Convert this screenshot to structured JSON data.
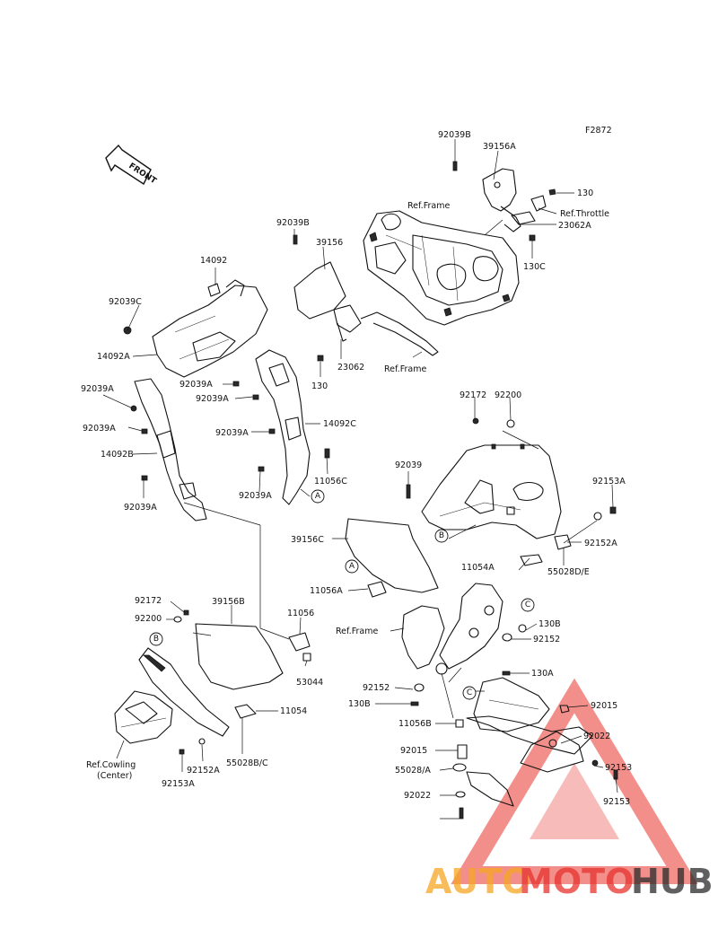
{
  "figure_code": "F2872",
  "front_arrow": "FRONT",
  "labels": {
    "p92039B_top": "92039B",
    "p39156A": "39156A",
    "p130_top": "130",
    "ref_throttle": "Ref.Throttle",
    "p23062A": "23062A",
    "p130C": "130C",
    "ref_frame_top": "Ref.Frame",
    "p92039B_mid": "92039B",
    "p39156": "39156",
    "p23062": "23062",
    "p130_mid": "130",
    "ref_frame_mid": "Ref.Frame",
    "p14092": "14092",
    "p92039C": "92039C",
    "p14092A": "14092A",
    "p92039A_1": "92039A",
    "p92039A_2": "92039A",
    "p92039A_3": "92039A",
    "p92039A_4": "92039A",
    "p14092B": "14092B",
    "p92039A_5": "92039A",
    "p92039A_6": "92039A",
    "p92039A_7": "92039A",
    "p14092C": "14092C",
    "p11056C": "11056C",
    "p92172_r": "92172",
    "p92200_r": "92200",
    "p92039": "92039",
    "p92153A_r": "92153A",
    "p39156C": "39156C",
    "p92152A_r": "92152A",
    "p11054A": "11054A",
    "p55028DE": "55028D/E",
    "p11056A": "11056A",
    "p92172_l": "92172",
    "p92200_l": "92200",
    "p39156B": "39156B",
    "p11056": "11056",
    "p53044": "53044",
    "p11054": "11054",
    "ref_cowling_1": "Ref.Cowling",
    "ref_cowling_2": "(Center)",
    "p92152A_l": "92152A",
    "p55028BC": "55028B/C",
    "p92153A_l": "92153A",
    "ref_frame_low": "Ref.Frame",
    "p130B_1": "130B",
    "p92152_1": "92152",
    "p130A": "130A",
    "p92152_2": "92152",
    "p130B_2": "130B",
    "p92015_1": "92015",
    "p11056B": "11056B",
    "p92022_1": "92022",
    "p92015_2": "92015",
    "p55028A": "55028/A",
    "p92153_1": "92153",
    "p92022_2": "92022",
    "p92153_2": "92153"
  },
  "callouts": {
    "A1": "A",
    "A2": "A",
    "B1": "B",
    "B2": "B",
    "C1": "C",
    "C2": "C"
  },
  "watermark": {
    "part1": "AUTO",
    "part2": "MOTO",
    "part3": "HUB",
    "color_orange": "#f6a623",
    "color_red": "#e8342e",
    "color_dark": "#2b2b2b"
  }
}
